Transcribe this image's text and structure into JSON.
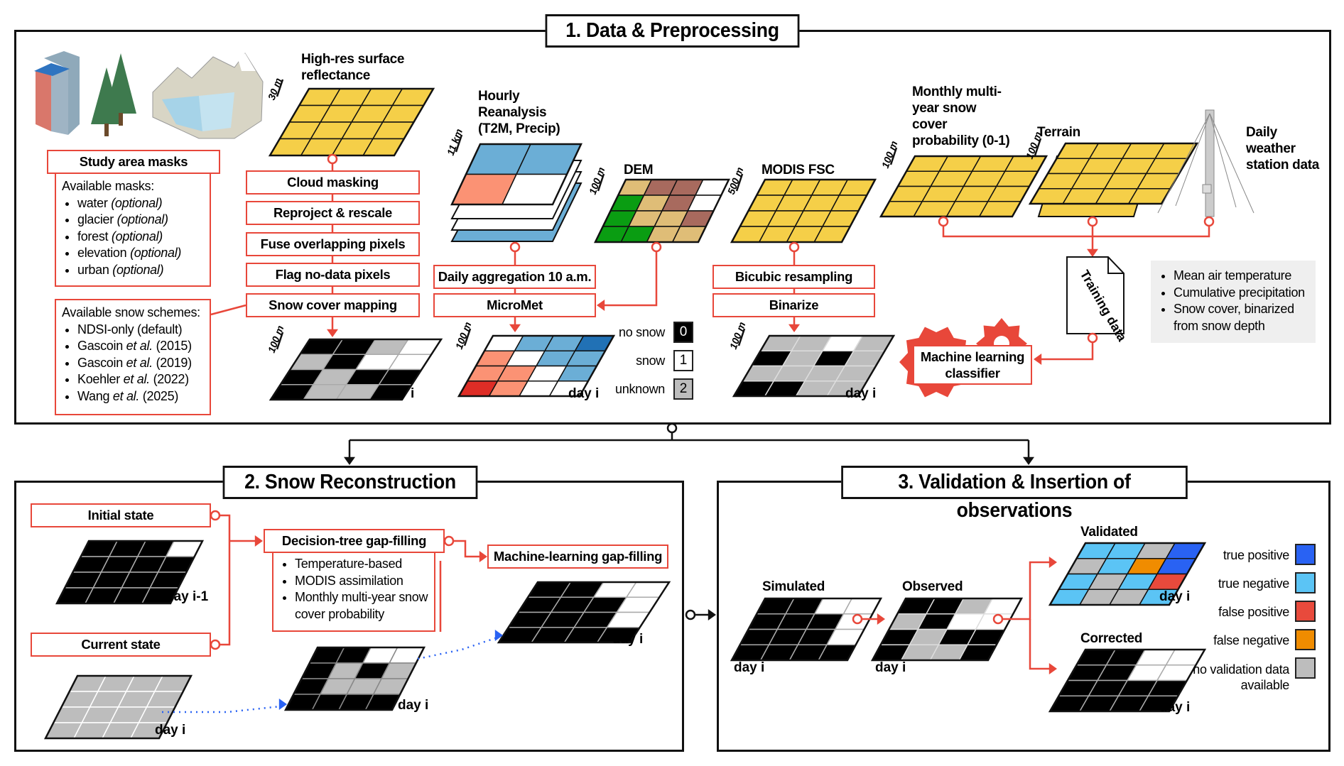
{
  "sections": {
    "s1": {
      "title": "1. Data & Preprocessing"
    },
    "s2": {
      "title": "2. Snow Reconstruction"
    },
    "s3": {
      "title": "3. Validation & Insertion of observations"
    }
  },
  "colors": {
    "accent_red": "#e8473a",
    "yellow": "#f5cf48",
    "black": "#000000",
    "gray": "#bdbdbd",
    "white": "#ffffff",
    "blue_light": "#6baed6",
    "blue_dark": "#2171b5",
    "salmon": "#fb9274",
    "red": "#de2d26",
    "dem_tan": "#dfbd77",
    "dem_brown": "#a86a5e",
    "dem_green": "#0a9d12",
    "tp": "#2962f3",
    "tn": "#5bc4f5",
    "fp": "#e84a3c",
    "fn": "#f08c00",
    "nv": "#bdbdbd"
  },
  "s1": {
    "icons": [
      "building-icon",
      "trees-icon",
      "glacier-landscape-icon",
      "weather-station-icon",
      "document-icon",
      "gears-icon"
    ],
    "highres": {
      "label": "High-res surface reflectance",
      "scale": "30 m"
    },
    "study_masks": {
      "title": "Study area masks",
      "heading": "Available masks:",
      "items": [
        {
          "name": "water",
          "note": "(optional)"
        },
        {
          "name": "glacier",
          "note": "(optional)"
        },
        {
          "name": "forest",
          "note": "(optional)"
        },
        {
          "name": "elevation",
          "note": "(optional)"
        },
        {
          "name": "urban",
          "note": "(optional)"
        }
      ]
    },
    "snow_schemes": {
      "heading": "Available snow schemes:",
      "items": [
        {
          "pre": "NDSI-only (default)",
          "etal": "",
          "post": ""
        },
        {
          "pre": "Gascoin ",
          "etal": "et al.",
          "post": " (2015)"
        },
        {
          "pre": "Gascoin ",
          "etal": "et al.",
          "post": " (2019)"
        },
        {
          "pre": "Koehler ",
          "etal": "et al.",
          "post": " (2022)"
        },
        {
          "pre": "Wang ",
          "etal": "et al.",
          "post": " (2025)"
        }
      ]
    },
    "pipeline": [
      "Cloud masking",
      "Reproject & rescale",
      "Fuse overlapping pixels",
      "Flag no-data pixels",
      "Snow cover mapping"
    ],
    "reanalysis": {
      "label": "Hourly Reanalysis (T2M, Precip)",
      "scale": "11 km",
      "steps": [
        "Daily aggregation 10 a.m.",
        "MicroMet"
      ]
    },
    "dem": {
      "label": "DEM",
      "scale": "100 m"
    },
    "modis": {
      "label": "MODIS FSC",
      "scale": "500 m",
      "steps": [
        "Bicubic resampling",
        "Binarize"
      ]
    },
    "prob": {
      "label": "Monthly multi-year snow cover probability (0-1)",
      "scale": "100 m"
    },
    "terrain": {
      "label": "Terrain",
      "scale": "100 m"
    },
    "station": {
      "label": "Daily weather station data"
    },
    "training": {
      "label": "Training data"
    },
    "ml": {
      "label": "Machine learning classifier"
    },
    "features": [
      "Mean air temperature",
      "Cumulative precipitation",
      "Snow cover, binarized from snow depth"
    ],
    "legend": [
      {
        "label": "no snow",
        "value": "0"
      },
      {
        "label": "snow",
        "value": "1"
      },
      {
        "label": "unknown",
        "value": "2"
      }
    ],
    "output_scale": "100 m",
    "day_label": "day i"
  },
  "grids": {
    "highres": [
      [
        "Y",
        "Y",
        "Y",
        "Y"
      ],
      [
        "Y",
        "Y",
        "Y",
        "Y"
      ],
      [
        "Y",
        "Y",
        "Y",
        "Y"
      ],
      [
        "Y",
        "Y",
        "Y",
        "Y"
      ]
    ],
    "snowmap": [
      [
        "K",
        "K",
        "G",
        "W"
      ],
      [
        "G",
        "K",
        "W",
        "W"
      ],
      [
        "K",
        "G",
        "K",
        "K"
      ],
      [
        "K",
        "G",
        "G",
        "K"
      ]
    ],
    "reanalysis_top": [
      [
        "BL",
        "BL"
      ],
      [
        "SA",
        "W"
      ]
    ],
    "dem": [
      [
        "TA",
        "BR",
        "BR",
        "W"
      ],
      [
        "GR",
        "TA",
        "BR",
        "W"
      ],
      [
        "GR",
        "TA",
        "TA",
        "BR"
      ],
      [
        "GR",
        "GR",
        "TA",
        "TA"
      ]
    ],
    "micromet": [
      [
        "W",
        "BL",
        "BL",
        "BD"
      ],
      [
        "SA",
        "W",
        "BL",
        "BL"
      ],
      [
        "SA",
        "SA",
        "W",
        "BL"
      ],
      [
        "RD",
        "SA",
        "W",
        "W"
      ]
    ],
    "modis": [
      [
        "Y",
        "Y",
        "Y",
        "Y"
      ],
      [
        "Y",
        "Y",
        "Y",
        "Y"
      ],
      [
        "Y",
        "Y",
        "Y",
        "Y"
      ],
      [
        "Y",
        "Y",
        "Y",
        "Y"
      ]
    ],
    "binarized": [
      [
        "G",
        "G",
        "W",
        "G"
      ],
      [
        "K",
        "G",
        "K",
        "G"
      ],
      [
        "G",
        "G",
        "G",
        "G"
      ],
      [
        "K",
        "K",
        "G",
        "G"
      ]
    ],
    "prob": [
      [
        "Y",
        "Y",
        "Y",
        "Y"
      ],
      [
        "Y",
        "Y",
        "Y",
        "Y"
      ],
      [
        "Y",
        "Y",
        "Y",
        "Y"
      ],
      [
        "Y",
        "Y",
        "Y",
        "Y"
      ]
    ],
    "terrain": [
      [
        "Y",
        "Y",
        "Y",
        "Y"
      ],
      [
        "Y",
        "Y",
        "Y",
        "Y"
      ],
      [
        "Y",
        "Y",
        "Y",
        "Y"
      ],
      [
        "Y",
        "Y",
        "Y",
        "Y"
      ]
    ],
    "initial": [
      [
        "K",
        "K",
        "K",
        "W"
      ],
      [
        "K",
        "K",
        "K",
        "K"
      ],
      [
        "K",
        "K",
        "K",
        "K"
      ],
      [
        "K",
        "K",
        "K",
        "K"
      ]
    ],
    "current": [
      [
        "G",
        "G",
        "G",
        "G"
      ],
      [
        "G",
        "G",
        "G",
        "G"
      ],
      [
        "G",
        "G",
        "G",
        "G"
      ],
      [
        "G",
        "G",
        "G",
        "G"
      ]
    ],
    "dt_result": [
      [
        "K",
        "K",
        "W",
        "W"
      ],
      [
        "K",
        "G",
        "K",
        "G"
      ],
      [
        "K",
        "G",
        "G",
        "G"
      ],
      [
        "K",
        "K",
        "K",
        "K"
      ]
    ],
    "ml_result": [
      [
        "K",
        "K",
        "W",
        "W"
      ],
      [
        "K",
        "K",
        "K",
        "W"
      ],
      [
        "K",
        "K",
        "K",
        "W"
      ],
      [
        "K",
        "K",
        "K",
        "K"
      ]
    ],
    "simulated": [
      [
        "K",
        "K",
        "W",
        "W"
      ],
      [
        "K",
        "K",
        "K",
        "W"
      ],
      [
        "K",
        "K",
        "K",
        "W"
      ],
      [
        "K",
        "K",
        "K",
        "K"
      ]
    ],
    "observed": [
      [
        "K",
        "K",
        "G",
        "W"
      ],
      [
        "G",
        "K",
        "W",
        "W"
      ],
      [
        "K",
        "G",
        "K",
        "K"
      ],
      [
        "K",
        "G",
        "G",
        "K"
      ]
    ],
    "validated": [
      [
        "TN",
        "TN",
        "NV",
        "TP"
      ],
      [
        "NV",
        "TN",
        "FN",
        "TP"
      ],
      [
        "TN",
        "NV",
        "TN",
        "FP"
      ],
      [
        "TN",
        "NV",
        "NV",
        "TN"
      ]
    ],
    "corrected": [
      [
        "K",
        "K",
        "W",
        "W"
      ],
      [
        "K",
        "K",
        "W",
        "W"
      ],
      [
        "K",
        "K",
        "K",
        "K"
      ],
      [
        "K",
        "K",
        "K",
        "K"
      ]
    ]
  },
  "s2": {
    "initial_state": "Initial state",
    "current_state": "Current state",
    "decision_tree": "Decision-tree gap-filling",
    "dt_items": [
      "Temperature-based",
      "MODIS assimilation",
      "Monthly multi-year snow cover probability"
    ],
    "ml_gapfill": "Machine-learning gap-filling",
    "day_prev": "day i-1",
    "day": "day i"
  },
  "s3": {
    "simulated": "Simulated",
    "observed": "Observed",
    "validated": "Validated",
    "corrected": "Corrected",
    "day": "day i",
    "legend": [
      {
        "label": "true positive",
        "key": "TP"
      },
      {
        "label": "true negative",
        "key": "TN"
      },
      {
        "label": "false positive",
        "key": "FP"
      },
      {
        "label": "false negative",
        "key": "FN"
      },
      {
        "label": "no validation data available",
        "key": "NV"
      }
    ]
  }
}
